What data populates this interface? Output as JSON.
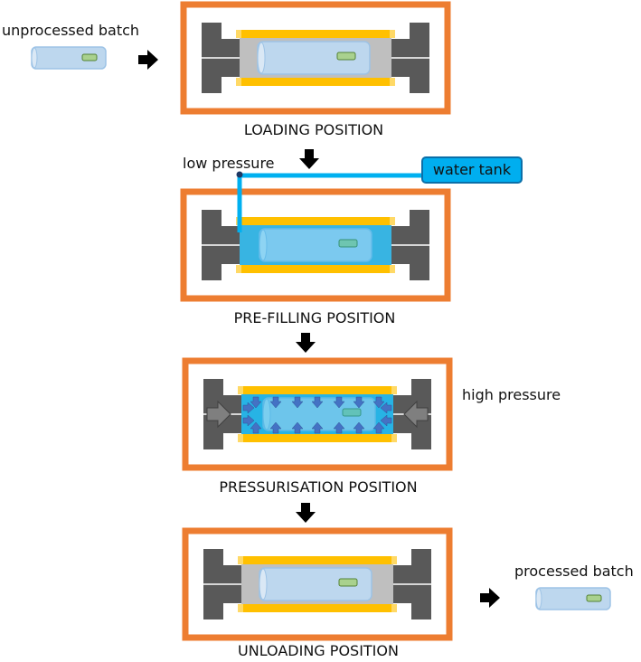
{
  "labels": {
    "unprocessed_batch": "unprocessed batch",
    "processed_batch": "processed batch",
    "low_pressure": "low pressure",
    "high_pressure": "high pressure",
    "water_tank": "water tank"
  },
  "stages": [
    {
      "caption": "LOADING POSITION"
    },
    {
      "caption": "PRE-FILLING POSITION"
    },
    {
      "caption": "PRESSURISATION POSITION"
    },
    {
      "caption": "UNLOADING POSITION"
    }
  ],
  "colors": {
    "frame": "#ed7d31",
    "plug": "#595959",
    "plug_inner": "#7f7f7f",
    "vessel": "#bfbfbf",
    "yoke": "#ffc000",
    "batch": "#bdd7ee",
    "batch_tag": "#a9d18e",
    "water": "#00b0f0",
    "pressure_arrow": "#4472c4",
    "flow_arrow": "#000000"
  }
}
